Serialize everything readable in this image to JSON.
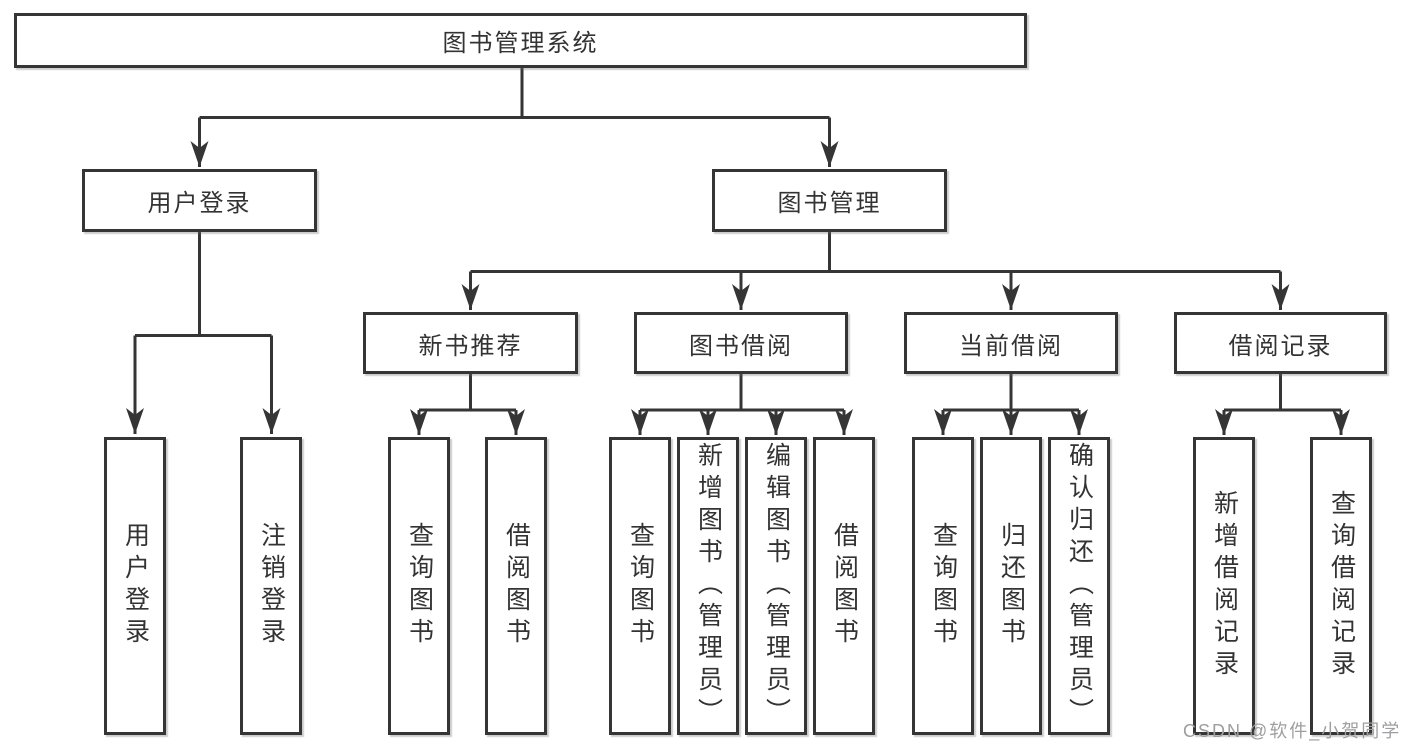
{
  "colors": {
    "line": "#353535",
    "box_border": "#353535",
    "box_background": "#ffffff",
    "text": "#333333",
    "watermark": "#9e9ea0",
    "page_background": "#ffffff"
  },
  "watermark": {
    "text": "CSDN @软件_小贺同学"
  },
  "tree": {
    "root": {
      "label": "图书管理系统",
      "children": [
        {
          "label": "用户登录",
          "children": [
            {
              "label": "用户登录"
            },
            {
              "label": "注销登录"
            }
          ]
        },
        {
          "label": "图书管理",
          "children": [
            {
              "label": "新书推荐",
              "children": [
                {
                  "label": "查询图书"
                },
                {
                  "label": "借阅图书"
                }
              ]
            },
            {
              "label": "图书借阅",
              "children": [
                {
                  "label": "查询图书"
                },
                {
                  "label": "新增图书（管理员）"
                },
                {
                  "label": "编辑图书（管理员）"
                },
                {
                  "label": "借阅图书"
                }
              ]
            },
            {
              "label": "当前借阅",
              "children": [
                {
                  "label": "查询图书"
                },
                {
                  "label": "归还图书"
                },
                {
                  "label": "确认归还（管理员）"
                }
              ]
            },
            {
              "label": "借阅记录",
              "children": [
                {
                  "label": "新增借阅记录"
                },
                {
                  "label": "查询借阅记录"
                }
              ]
            }
          ]
        }
      ]
    }
  }
}
